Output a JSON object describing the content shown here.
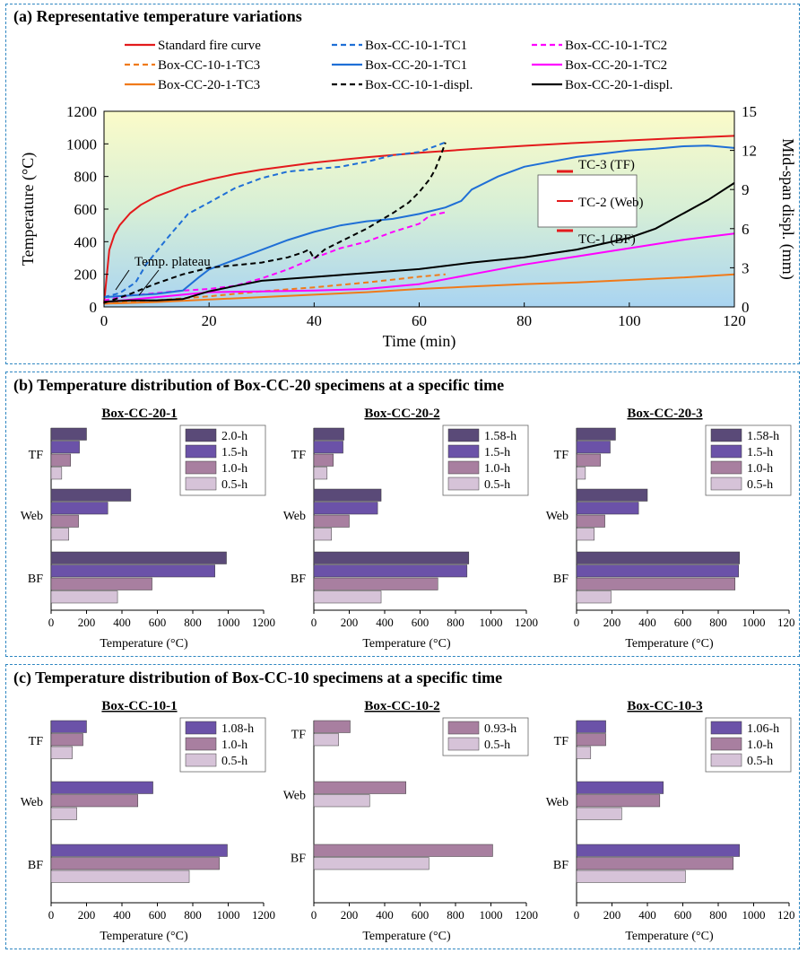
{
  "panel_a": {
    "title": "(a) Representative temperature variations",
    "legend": [
      {
        "label": "Standard fire curve",
        "color": "#e31a1c",
        "dash": ""
      },
      {
        "label": "Box-CC-10-1-TC1",
        "color": "#1f6fd6",
        "dash": "6,4"
      },
      {
        "label": "Box-CC-10-1-TC2",
        "color": "#ff00ff",
        "dash": "6,4"
      },
      {
        "label": "Box-CC-10-1-TC3",
        "color": "#f07a1a",
        "dash": "6,4"
      },
      {
        "label": "Box-CC-20-1-TC1",
        "color": "#1f6fd6",
        "dash": ""
      },
      {
        "label": "Box-CC-20-1-TC2",
        "color": "#ff00ff",
        "dash": ""
      },
      {
        "label": "Box-CC-20-1-TC3",
        "color": "#f07a1a",
        "dash": ""
      },
      {
        "label": "Box-CC-10-1-displ.",
        "color": "#000000",
        "dash": "6,4"
      },
      {
        "label": "Box-CC-20-1-displ.",
        "color": "#000000",
        "dash": ""
      }
    ],
    "annotation": "Temp. plateau",
    "inset_labels": [
      "TC-3 (TF)",
      "TC-2 (Web)",
      "TC-1 (BF)"
    ]
  },
  "chart_data": [
    {
      "type": "line",
      "title": "(a) Representative temperature variations",
      "xlabel": "Time (min)",
      "ylabel": "Temperature (°C)",
      "y2label": "Mid-span displ. (mm)",
      "xlim": [
        0,
        120
      ],
      "ylim": [
        0,
        1200
      ],
      "y2lim": [
        0,
        15
      ],
      "xticks": [
        0,
        20,
        40,
        60,
        80,
        100,
        120
      ],
      "yticks": [
        0,
        200,
        400,
        600,
        800,
        1000,
        1200
      ],
      "y2ticks": [
        0,
        3,
        6,
        9,
        12,
        15
      ],
      "series": [
        {
          "name": "Standard fire curve",
          "axis": "y",
          "color": "#e31a1c",
          "dash": "",
          "points": [
            [
              0,
              20
            ],
            [
              1,
              349
            ],
            [
              2,
              445
            ],
            [
              3,
              502
            ],
            [
              5,
              576
            ],
            [
              7,
              626
            ],
            [
              10,
              678
            ],
            [
              15,
              739
            ],
            [
              20,
              781
            ],
            [
              25,
              815
            ],
            [
              30,
              842
            ],
            [
              40,
              885
            ],
            [
              50,
              918
            ],
            [
              60,
              945
            ],
            [
              70,
              968
            ],
            [
              80,
              988
            ],
            [
              90,
              1006
            ],
            [
              100,
              1021
            ],
            [
              110,
              1036
            ],
            [
              120,
              1049
            ]
          ]
        },
        {
          "name": "Box-CC-10-1-TC1",
          "axis": "y",
          "color": "#1f6fd6",
          "dash": "6,4",
          "points": [
            [
              0,
              60
            ],
            [
              3,
              85
            ],
            [
              6,
              150
            ],
            [
              8,
              260
            ],
            [
              12,
              420
            ],
            [
              16,
              570
            ],
            [
              20,
              640
            ],
            [
              25,
              730
            ],
            [
              30,
              790
            ],
            [
              35,
              830
            ],
            [
              40,
              845
            ],
            [
              45,
              860
            ],
            [
              50,
              890
            ],
            [
              55,
              930
            ],
            [
              60,
              950
            ],
            [
              63,
              985
            ],
            [
              65,
              1010
            ]
          ]
        },
        {
          "name": "Box-CC-10-1-TC2",
          "axis": "y",
          "color": "#ff00ff",
          "dash": "6,4",
          "points": [
            [
              0,
              40
            ],
            [
              5,
              70
            ],
            [
              10,
              85
            ],
            [
              15,
              100
            ],
            [
              20,
              110
            ],
            [
              25,
              130
            ],
            [
              30,
              175
            ],
            [
              35,
              230
            ],
            [
              40,
              300
            ],
            [
              45,
              360
            ],
            [
              50,
              400
            ],
            [
              55,
              460
            ],
            [
              60,
              510
            ],
            [
              62,
              560
            ],
            [
              65,
              580
            ]
          ]
        },
        {
          "name": "Box-CC-10-1-TC3",
          "axis": "y",
          "color": "#f07a1a",
          "dash": "6,4",
          "points": [
            [
              0,
              20
            ],
            [
              10,
              40
            ],
            [
              20,
              65
            ],
            [
              30,
              95
            ],
            [
              40,
              120
            ],
            [
              50,
              150
            ],
            [
              60,
              185
            ],
            [
              65,
              200
            ]
          ]
        },
        {
          "name": "Box-CC-20-1-TC1",
          "axis": "y",
          "color": "#1f6fd6",
          "dash": "",
          "points": [
            [
              0,
              60
            ],
            [
              10,
              80
            ],
            [
              15,
              100
            ],
            [
              18,
              180
            ],
            [
              20,
              230
            ],
            [
              25,
              290
            ],
            [
              30,
              350
            ],
            [
              35,
              410
            ],
            [
              40,
              460
            ],
            [
              45,
              500
            ],
            [
              50,
              525
            ],
            [
              55,
              540
            ],
            [
              60,
              570
            ],
            [
              65,
              610
            ],
            [
              68,
              650
            ],
            [
              70,
              720
            ],
            [
              75,
              800
            ],
            [
              80,
              860
            ],
            [
              85,
              890
            ],
            [
              90,
              920
            ],
            [
              95,
              940
            ],
            [
              100,
              960
            ],
            [
              105,
              970
            ],
            [
              110,
              985
            ],
            [
              115,
              990
            ],
            [
              120,
              975
            ]
          ]
        },
        {
          "name": "Box-CC-20-1-TC2",
          "axis": "y",
          "color": "#ff00ff",
          "dash": "",
          "points": [
            [
              0,
              30
            ],
            [
              10,
              60
            ],
            [
              20,
              90
            ],
            [
              30,
              95
            ],
            [
              40,
              100
            ],
            [
              50,
              110
            ],
            [
              60,
              140
            ],
            [
              70,
              200
            ],
            [
              80,
              260
            ],
            [
              90,
              310
            ],
            [
              100,
              360
            ],
            [
              110,
              410
            ],
            [
              120,
              450
            ]
          ]
        },
        {
          "name": "Box-CC-20-1-TC3",
          "axis": "y",
          "color": "#f07a1a",
          "dash": "",
          "points": [
            [
              0,
              20
            ],
            [
              10,
              30
            ],
            [
              20,
              45
            ],
            [
              30,
              60
            ],
            [
              40,
              75
            ],
            [
              50,
              90
            ],
            [
              60,
              110
            ],
            [
              70,
              125
            ],
            [
              80,
              140
            ],
            [
              90,
              150
            ],
            [
              100,
              165
            ],
            [
              110,
              180
            ],
            [
              120,
              200
            ]
          ]
        },
        {
          "name": "Box-CC-10-1-displ.",
          "axis": "y2",
          "color": "#000000",
          "dash": "6,4",
          "points": [
            [
              0,
              0.3
            ],
            [
              5,
              1.0
            ],
            [
              10,
              1.8
            ],
            [
              15,
              2.5
            ],
            [
              20,
              3.0
            ],
            [
              25,
              3.2
            ],
            [
              30,
              3.4
            ],
            [
              35,
              3.8
            ],
            [
              38,
              4.2
            ],
            [
              39,
              4.4
            ],
            [
              40,
              3.7
            ],
            [
              42,
              4.4
            ],
            [
              45,
              5.0
            ],
            [
              50,
              6.0
            ],
            [
              55,
              7.2
            ],
            [
              58,
              8.0
            ],
            [
              60,
              8.8
            ],
            [
              62,
              9.8
            ],
            [
              63,
              10.5
            ],
            [
              64,
              11.5
            ],
            [
              65,
              12.6
            ]
          ]
        },
        {
          "name": "Box-CC-20-1-displ.",
          "axis": "y2",
          "color": "#000000",
          "dash": "",
          "points": [
            [
              0,
              0.4
            ],
            [
              5,
              0.5
            ],
            [
              10,
              0.5
            ],
            [
              15,
              0.6
            ],
            [
              20,
              1.2
            ],
            [
              25,
              1.6
            ],
            [
              30,
              2.0
            ],
            [
              40,
              2.3
            ],
            [
              50,
              2.6
            ],
            [
              60,
              2.9
            ],
            [
              70,
              3.4
            ],
            [
              80,
              3.8
            ],
            [
              90,
              4.4
            ],
            [
              100,
              5.3
            ],
            [
              105,
              6.0
            ],
            [
              110,
              7.1
            ],
            [
              115,
              8.2
            ],
            [
              120,
              9.5
            ]
          ]
        }
      ]
    }
  ],
  "panel_b": {
    "title": "(b) Temperature distribution of Box-CC-20 specimens at a specific time",
    "xlabel": "Temperature (°C)",
    "xticks": [
      0,
      200,
      400,
      600,
      800,
      1000,
      1200
    ],
    "categories": [
      "TF",
      "Web",
      "BF"
    ],
    "charts": [
      {
        "type": "bar",
        "title": "Box-CC-20-1",
        "series": [
          {
            "name": "2.0-h",
            "color": "#5a4a78",
            "values": [
              200,
              450,
              990
            ]
          },
          {
            "name": "1.5-h",
            "color": "#6b52a8",
            "values": [
              160,
              320,
              925
            ]
          },
          {
            "name": "1.0-h",
            "color": "#a87fa0",
            "values": [
              110,
              155,
              570
            ]
          },
          {
            "name": "0.5-h",
            "color": "#d6c3d8",
            "values": [
              60,
              100,
              375
            ]
          }
        ]
      },
      {
        "type": "bar",
        "title": "Box-CC-20-2",
        "series": [
          {
            "name": "1.58-h",
            "color": "#5a4a78",
            "values": [
              170,
              380,
              875
            ]
          },
          {
            "name": "1.5-h",
            "color": "#6b52a8",
            "values": [
              165,
              360,
              865
            ]
          },
          {
            "name": "1.0-h",
            "color": "#a87fa0",
            "values": [
              110,
              200,
              700
            ]
          },
          {
            "name": "0.5-h",
            "color": "#d6c3d8",
            "values": [
              75,
              100,
              380
            ]
          }
        ]
      },
      {
        "type": "bar",
        "title": "Box-CC-20-3",
        "series": [
          {
            "name": "1.58-h",
            "color": "#5a4a78",
            "values": [
              220,
              400,
              920
            ]
          },
          {
            "name": "1.5-h",
            "color": "#6b52a8",
            "values": [
              190,
              350,
              915
            ]
          },
          {
            "name": "1.0-h",
            "color": "#a87fa0",
            "values": [
              135,
              160,
              895
            ]
          },
          {
            "name": "0.5-h",
            "color": "#d6c3d8",
            "values": [
              50,
              100,
              195
            ]
          }
        ]
      }
    ]
  },
  "panel_c": {
    "title": "(c) Temperature distribution of Box-CC-10 specimens at a specific time",
    "xlabel": "Temperature (°C)",
    "xticks": [
      0,
      200,
      400,
      600,
      800,
      1000,
      1200
    ],
    "categories": [
      "TF",
      "Web",
      "BF"
    ],
    "charts": [
      {
        "type": "bar",
        "title": "Box-CC-10-1",
        "series": [
          {
            "name": "1.08-h",
            "color": "#6b52a8",
            "values": [
              200,
              575,
              995
            ]
          },
          {
            "name": "1.0-h",
            "color": "#a87fa0",
            "values": [
              180,
              490,
              950
            ]
          },
          {
            "name": "0.5-h",
            "color": "#d6c3d8",
            "values": [
              120,
              145,
              780
            ]
          }
        ]
      },
      {
        "type": "bar",
        "title": "Box-CC-10-2",
        "series": [
          {
            "name": "0.93-h",
            "color": "#a87fa0",
            "values": [
              205,
              520,
              1010
            ]
          },
          {
            "name": "0.5-h",
            "color": "#d6c3d8",
            "values": [
              140,
              315,
              650
            ]
          }
        ]
      },
      {
        "type": "bar",
        "title": "Box-CC-10-3",
        "series": [
          {
            "name": "1.06-h",
            "color": "#6b52a8",
            "values": [
              165,
              490,
              920
            ]
          },
          {
            "name": "1.0-h",
            "color": "#a87fa0",
            "values": [
              165,
              470,
              885
            ]
          },
          {
            "name": "0.5-h",
            "color": "#d6c3d8",
            "values": [
              80,
              255,
              615
            ]
          }
        ]
      }
    ]
  }
}
